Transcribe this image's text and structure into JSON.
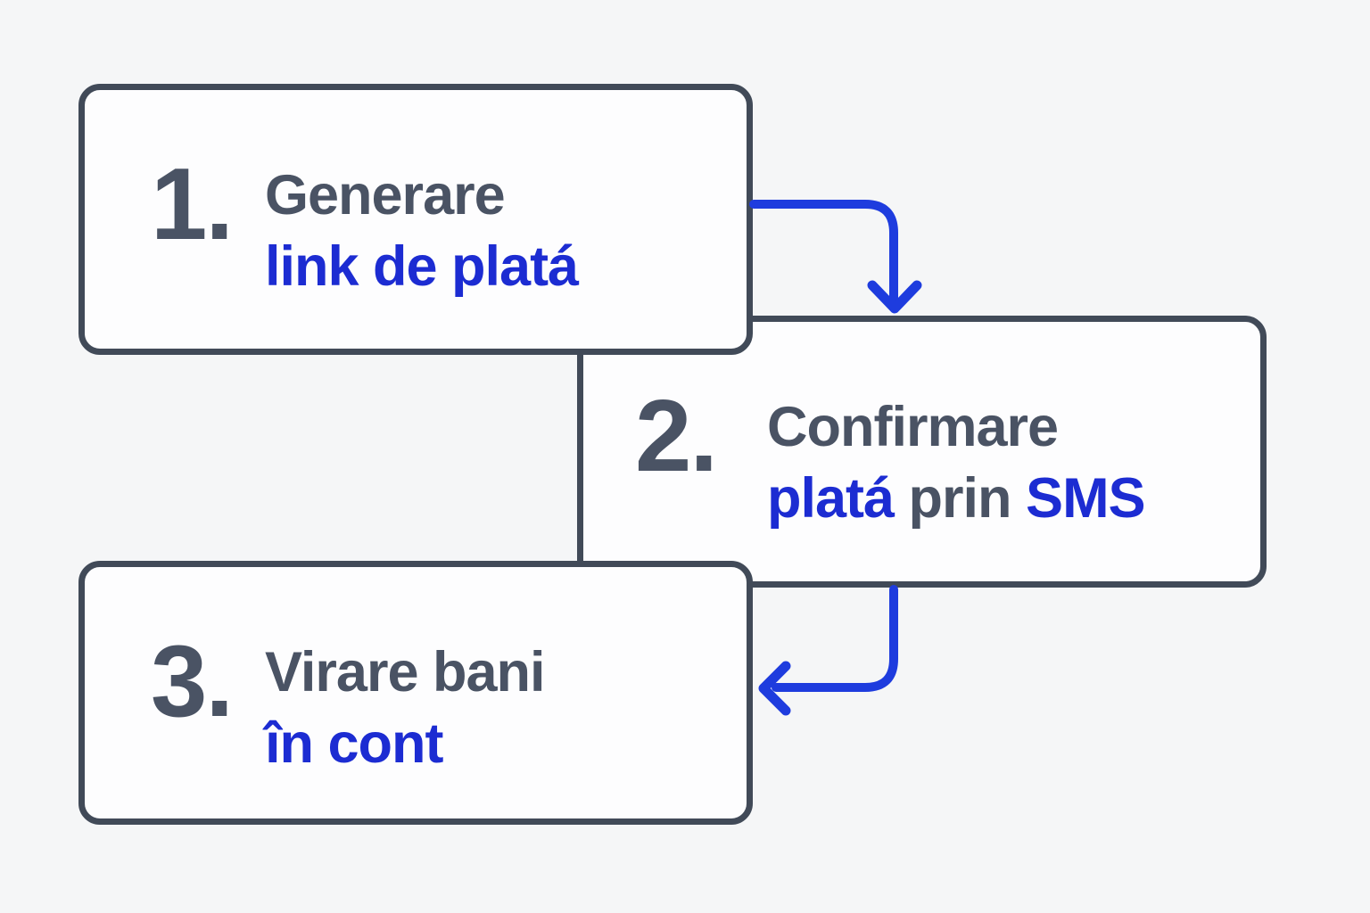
{
  "diagram_title": "payment-flow-steps",
  "colors": {
    "background": "#f5f6f7",
    "box_fill": "#fdfdfe",
    "dark_border": "#414a58",
    "dark_text": "#4a5364",
    "accent": "#1c2cd2",
    "arrow": "#1e3cde"
  },
  "steps": [
    {
      "number": "1.",
      "line1": "Generare",
      "line2_parts": [
        "link de platá"
      ]
    },
    {
      "number": "2.",
      "line1": "Confirmare",
      "line2_parts": [
        "platá",
        " prin ",
        "SMS"
      ]
    },
    {
      "number": "3.",
      "line1": "Virare bani",
      "line2_parts": [
        "în cont"
      ]
    }
  ],
  "arrows": [
    {
      "name": "arrow-step1-to-step2",
      "direction": "right-then-down"
    },
    {
      "name": "arrow-step2-to-step3",
      "direction": "down-then-left"
    }
  ]
}
